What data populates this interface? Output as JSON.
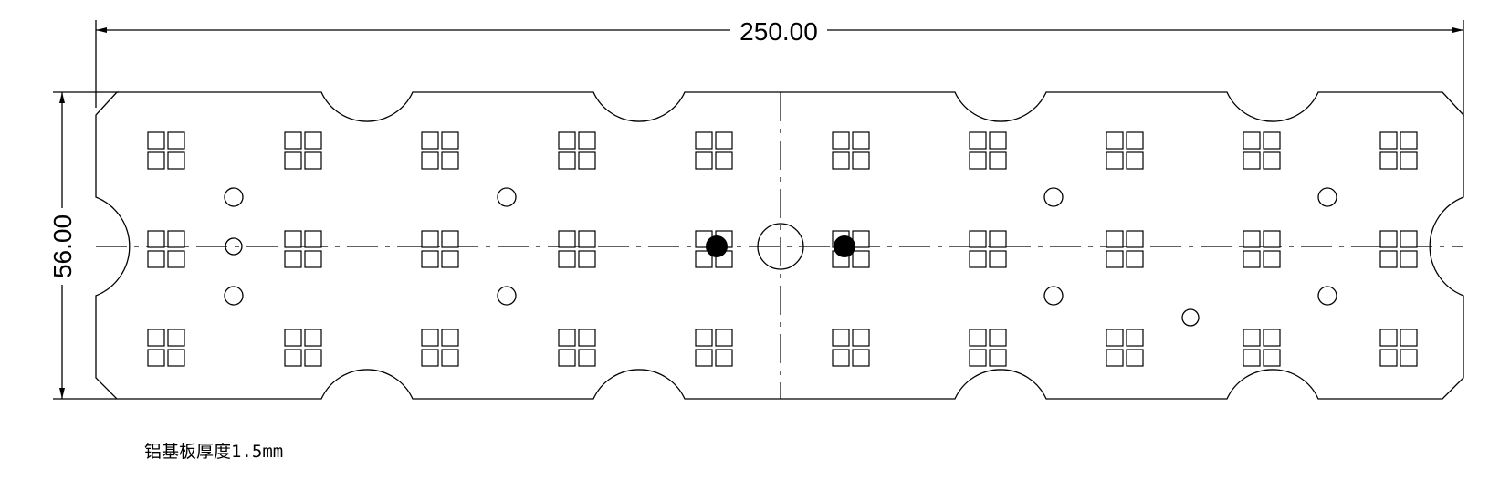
{
  "dimensions": {
    "length_label": "250.00",
    "width_label": "56.00"
  },
  "note": "铝基板厚度1.5mm",
  "components": {
    "led_pad_groups": 30,
    "led_columns": 10,
    "led_rows": 3
  },
  "colors": {
    "line": "#000000",
    "background": "#ffffff"
  }
}
